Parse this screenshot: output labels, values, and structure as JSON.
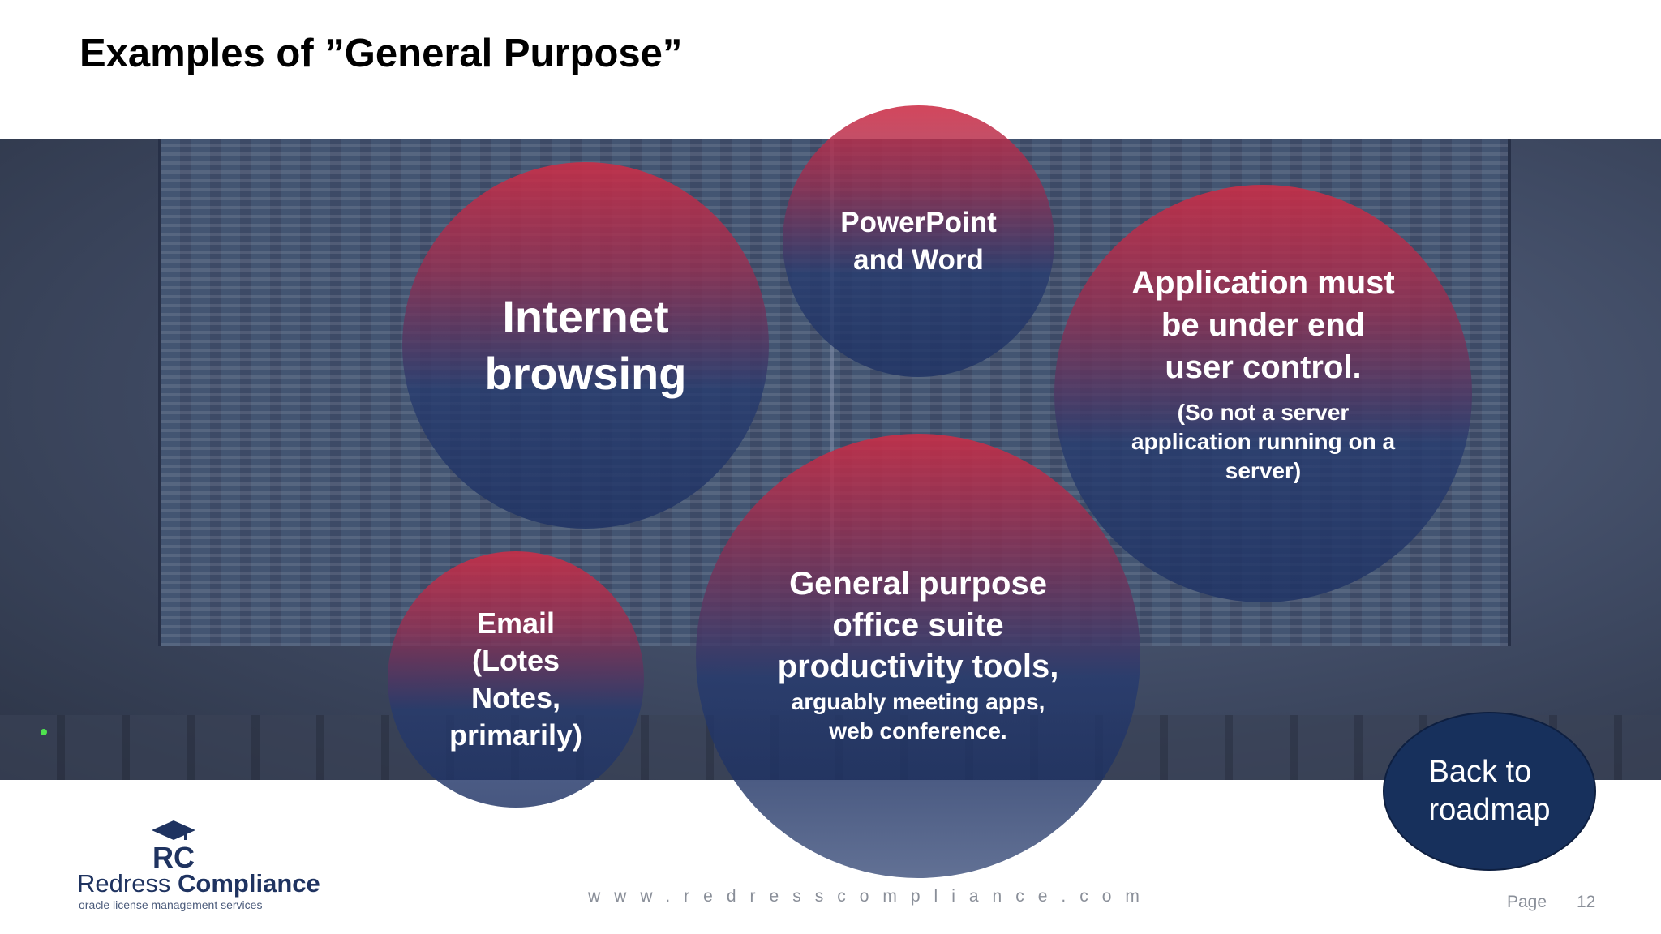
{
  "title": "Examples of ”General Purpose”",
  "bubbles": {
    "internet": {
      "line1": "Internet",
      "line2": "browsing"
    },
    "ppt": {
      "line1": "PowerPoint",
      "line2": "and Word"
    },
    "app": {
      "line1": "Application must",
      "line2": "be under end",
      "line3": "user control.",
      "sub1": "(So not a server",
      "sub2": "application running on a",
      "sub3": "server)"
    },
    "email": {
      "line1": "Email",
      "line2": "(Lotes",
      "line3": "Notes,",
      "line4": "primarily)"
    },
    "office": {
      "line1": "General purpose",
      "line2": "office suite",
      "line3": "productivity tools,",
      "sub1": "arguably meeting apps,",
      "sub2": "web conference."
    }
  },
  "back_button": {
    "line1": "Back to",
    "line2": "roadmap"
  },
  "logo": {
    "monogram": "RC",
    "name_regular": "Redress ",
    "name_bold": "Compliance",
    "tagline": "oracle license management services"
  },
  "footer": {
    "url": "www.redresscompliance.com",
    "page_label": "Page",
    "page_number": "12"
  },
  "colors": {
    "bubble_red": "#cd2d46",
    "bubble_navy": "#1e3264",
    "button_navy": "#17305c",
    "logo_navy": "#1f3360"
  }
}
